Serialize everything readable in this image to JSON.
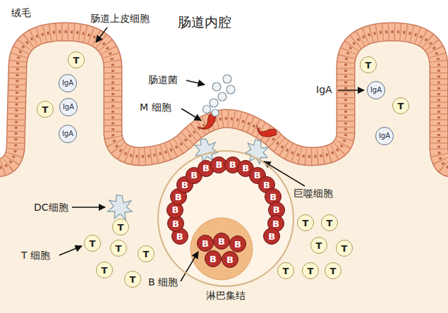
{
  "diagram": {
    "nodes": [
      {
        "text": [
          "T"
        ]
      },
      {
        "text": [
          "IgA"
        ]
      },
      {
        "text": [
          "T"
        ]
      },
      {
        "text": [
          "IgA"
        ]
      },
      {
        "text": [
          "IgA"
        ]
      },
      {
        "text": [
          "T"
        ]
      },
      {
        "text": [
          "IgA"
        ]
      },
      {
        "text": [
          "T"
        ]
      },
      {
        "text": [
          "IgA"
        ]
      },
      {
        "text": [
          "淋巴集结"
        ]
      },
      {
        "text": [
          "B"
        ],
        "in": 9
      },
      {
        "text": [
          "B"
        ],
        "in": 9
      },
      {
        "text": [
          "B"
        ],
        "in": 9
      },
      {
        "text": [
          "B"
        ],
        "in": 9
      },
      {
        "text": [
          "B"
        ],
        "in": 9
      },
      {
        "text": [
          "B"
        ],
        "in": 9
      },
      {
        "text": [
          "B"
        ],
        "in": 9
      },
      {
        "text": [
          "B"
        ],
        "in": 9
      },
      {
        "text": [
          "B"
        ],
        "in": 9
      },
      {
        "text": [
          "B"
        ],
        "in": 9
      },
      {
        "text": [
          "B"
        ],
        "in": 9
      },
      {
        "text": [
          "B"
        ],
        "in": 9
      },
      {
        "text": [
          "B"
        ],
        "in": 9
      },
      {
        "text": [
          "B"
        ],
        "in": 9
      },
      {
        "text": [
          "B"
        ],
        "in": 9
      },
      {
        "text": [
          "B"
        ],
        "in": 9
      },
      {
        "text": [
          "B"
        ],
        "in": 9
      },
      {
        "text": [
          "B"
        ],
        "in": 9
      },
      {
        "text": [
          "B"
        ],
        "in": 9
      },
      {
        "text": [
          "B"
        ],
        "in": 9
      },
      {
        "text": [
          "B"
        ],
        "in": 9
      },
      {
        "text": [
          "T"
        ]
      },
      {
        "text": [
          "T"
        ]
      },
      {
        "text": [
          "T"
        ]
      },
      {
        "text": [
          "T"
        ]
      },
      {
        "text": [
          "T"
        ]
      },
      {
        "text": [
          "T"
        ]
      },
      {
        "text": [
          "T"
        ]
      },
      {
        "text": [
          "T"
        ]
      },
      {
        "text": [
          "T"
        ]
      },
      {
        "text": [
          "T"
        ]
      },
      {
        "text": [
          "T"
        ]
      },
      {
        "text": [
          "T"
        ]
      },
      {
        "text": [
          "T"
        ]
      }
    ],
    "labels": [
      "绒毛",
      "肠道上皮细胞",
      "肠道内腔",
      "肠道菌",
      "M 细胞",
      "IgA",
      "DC细胞",
      "巨噬细胞",
      "T 细胞",
      "B 细胞"
    ]
  }
}
